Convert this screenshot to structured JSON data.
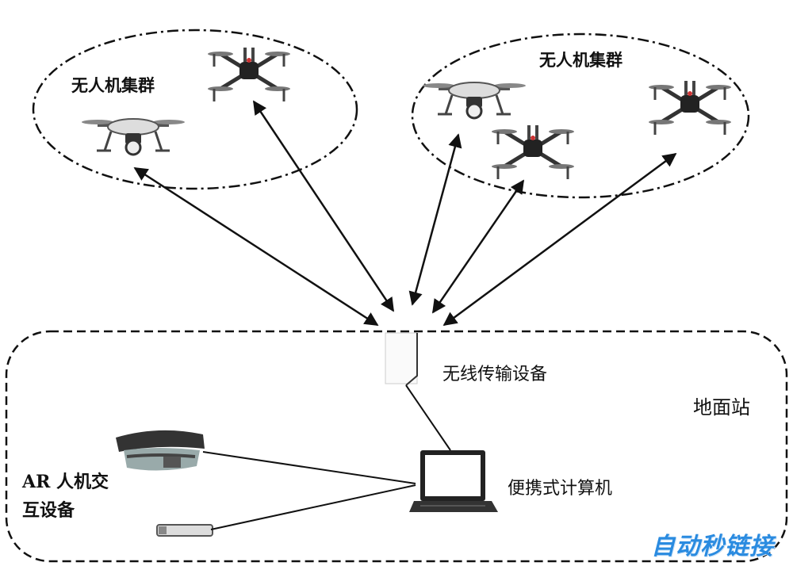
{
  "cluster_left": {
    "label": "无人机集群"
  },
  "cluster_right": {
    "label": "无人机集群"
  },
  "wireless": {
    "label": "无线传输设备"
  },
  "ground_station": {
    "label": "地面站"
  },
  "laptop": {
    "label": "便携式计算机"
  },
  "ar_devices": {
    "label_line1": "AR 人机交",
    "label_line2": "互设备"
  },
  "watermark": {
    "text": "自动秒链接"
  },
  "colors": {
    "line": "#111111",
    "watermark": "#2a8be0"
  }
}
